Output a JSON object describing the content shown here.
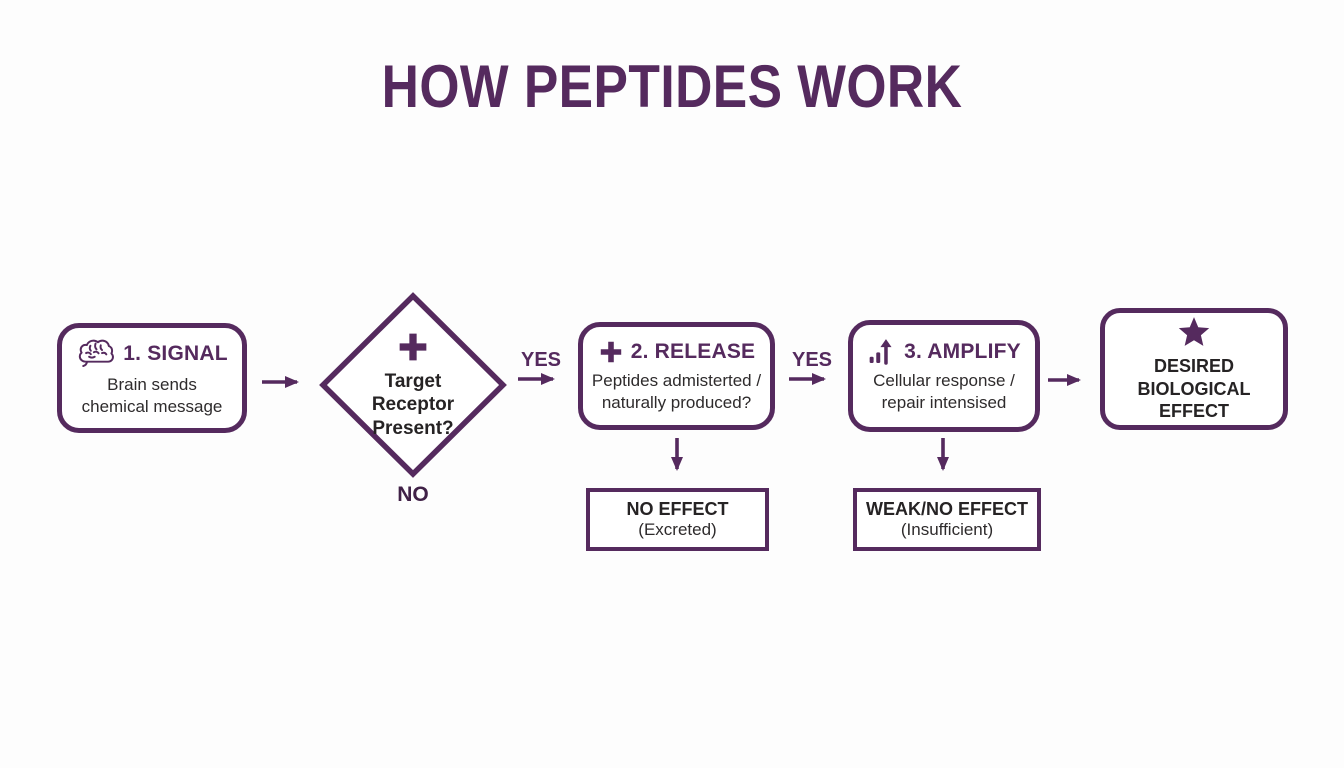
{
  "title": "HOW PEPTIDES WORK",
  "colors": {
    "purple": "#552a5e",
    "dark_text": "#2e2b2c"
  },
  "flow": {
    "signal": {
      "icon": "brain-icon",
      "step": "1. SIGNAL",
      "desc": "Brain sends\nchemical message"
    },
    "decision": {
      "icon": "plus-icon",
      "question": "Target\nReceptor\nPresent?"
    },
    "release": {
      "icon": "plus-icon",
      "step": "2. RELEASE",
      "desc": "Peptides admisterted /\nnaturally produced?"
    },
    "amplify": {
      "icon": "chart-up-icon",
      "step": "3. AMPLIFY",
      "desc": "Cellular response /\nrepair intensised"
    },
    "effect": {
      "icon": "star-icon",
      "label": "DESIRED\nBIOLOGICAL\nEFFECT"
    },
    "no_effect": {
      "title": "NO EFFECT",
      "subtitle": "(Excreted)"
    },
    "weak_effect": {
      "title": "WEAK/NO EFFECT",
      "subtitle": "(Insufficient)"
    }
  },
  "labels": {
    "yes_left": "YES",
    "yes_right": "YES",
    "no": "NO"
  }
}
